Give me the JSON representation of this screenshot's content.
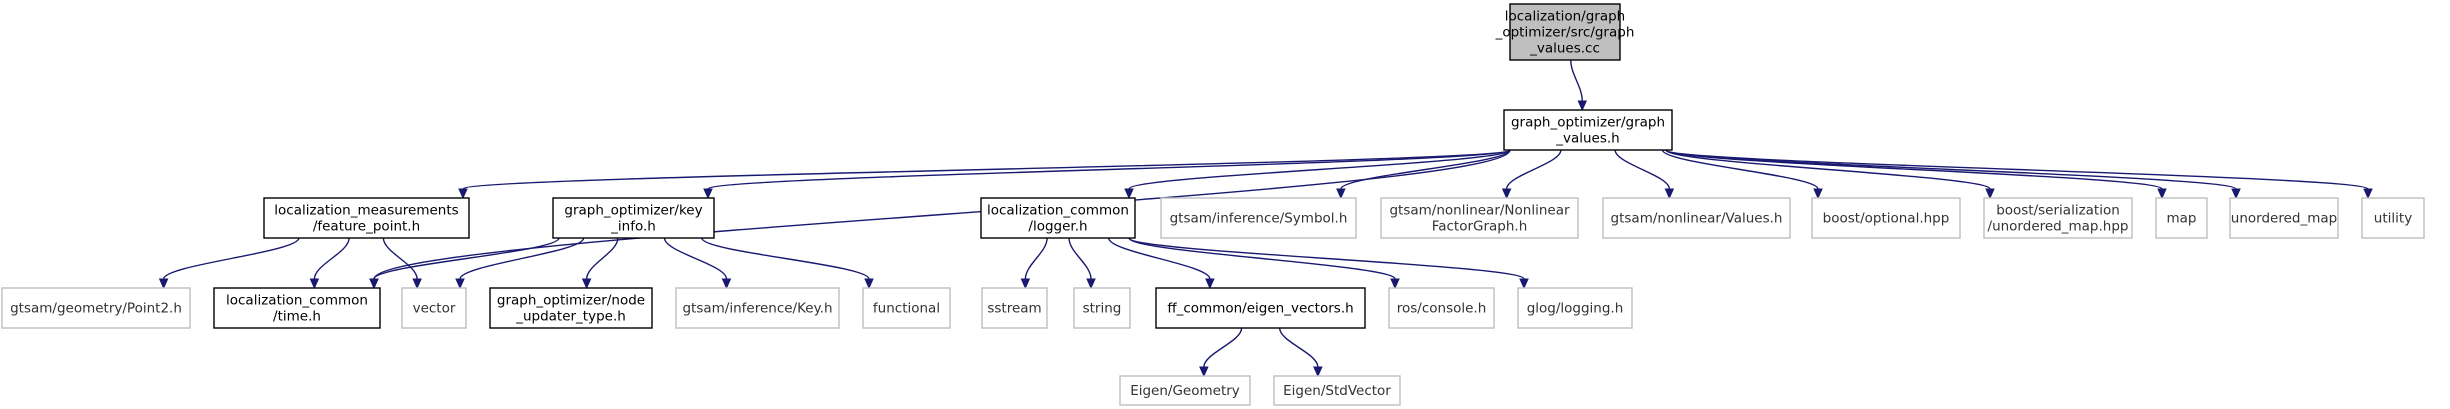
{
  "diagram": {
    "type": "include-dependency-graph",
    "colors": {
      "edge": "#191970",
      "main_fill": "#bfbfbf",
      "doc_border": "#000000",
      "ext_border": "#bfbfbf"
    },
    "nodes": [
      {
        "id": "graph_values_cc",
        "kind": "main",
        "lines": [
          "localization/graph",
          "_optimizer/src/graph",
          "_values.cc"
        ]
      },
      {
        "id": "graph_values_h",
        "kind": "doc",
        "lines": [
          "graph_optimizer/graph",
          "_values.h"
        ]
      },
      {
        "id": "feature_point_h",
        "kind": "doc",
        "lines": [
          "localization_measurements",
          "/feature_point.h"
        ]
      },
      {
        "id": "key_info_h",
        "kind": "doc",
        "lines": [
          "graph_optimizer/key",
          "_info.h"
        ]
      },
      {
        "id": "logger_h",
        "kind": "doc",
        "lines": [
          "localization_common",
          "/logger.h"
        ]
      },
      {
        "id": "symbol_h",
        "kind": "ext",
        "lines": [
          "gtsam/inference/Symbol.h"
        ]
      },
      {
        "id": "nfg_h",
        "kind": "ext",
        "lines": [
          "gtsam/nonlinear/Nonlinear",
          "FactorGraph.h"
        ]
      },
      {
        "id": "values_h",
        "kind": "ext",
        "lines": [
          "gtsam/nonlinear/Values.h"
        ]
      },
      {
        "id": "optional_hpp",
        "kind": "ext",
        "lines": [
          "boost/optional.hpp"
        ]
      },
      {
        "id": "unordered_map_hpp",
        "kind": "ext",
        "lines": [
          "boost/serialization",
          "/unordered_map.hpp"
        ]
      },
      {
        "id": "map",
        "kind": "ext",
        "lines": [
          "map"
        ]
      },
      {
        "id": "unordered_map",
        "kind": "ext",
        "lines": [
          "unordered_map"
        ]
      },
      {
        "id": "utility",
        "kind": "ext",
        "lines": [
          "utility"
        ]
      },
      {
        "id": "point2_h",
        "kind": "ext",
        "lines": [
          "gtsam/geometry/Point2.h"
        ]
      },
      {
        "id": "time_h",
        "kind": "doc",
        "lines": [
          "localization_common",
          "/time.h"
        ]
      },
      {
        "id": "vector",
        "kind": "ext",
        "lines": [
          "vector"
        ]
      },
      {
        "id": "node_updater_h",
        "kind": "doc",
        "lines": [
          "graph_optimizer/node",
          "_updater_type.h"
        ]
      },
      {
        "id": "key_h",
        "kind": "ext",
        "lines": [
          "gtsam/inference/Key.h"
        ]
      },
      {
        "id": "functional",
        "kind": "ext",
        "lines": [
          "functional"
        ]
      },
      {
        "id": "sstream",
        "kind": "ext",
        "lines": [
          "sstream"
        ]
      },
      {
        "id": "string",
        "kind": "ext",
        "lines": [
          "string"
        ]
      },
      {
        "id": "eigen_vectors_h",
        "kind": "doc",
        "lines": [
          "ff_common/eigen_vectors.h"
        ]
      },
      {
        "id": "console_h",
        "kind": "ext",
        "lines": [
          "ros/console.h"
        ]
      },
      {
        "id": "logging_h",
        "kind": "ext",
        "lines": [
          "glog/logging.h"
        ]
      },
      {
        "id": "eigen_geometry",
        "kind": "ext",
        "lines": [
          "Eigen/Geometry"
        ]
      },
      {
        "id": "eigen_stdvector",
        "kind": "ext",
        "lines": [
          "Eigen/StdVector"
        ]
      }
    ],
    "edges": [
      [
        "graph_values_cc",
        "graph_values_h"
      ],
      [
        "graph_values_h",
        "feature_point_h"
      ],
      [
        "graph_values_h",
        "key_info_h"
      ],
      [
        "graph_values_h",
        "logger_h"
      ],
      [
        "graph_values_h",
        "symbol_h"
      ],
      [
        "graph_values_h",
        "nfg_h"
      ],
      [
        "graph_values_h",
        "values_h"
      ],
      [
        "graph_values_h",
        "optional_hpp"
      ],
      [
        "graph_values_h",
        "unordered_map_hpp"
      ],
      [
        "graph_values_h",
        "map"
      ],
      [
        "graph_values_h",
        "unordered_map"
      ],
      [
        "graph_values_h",
        "utility"
      ],
      [
        "graph_values_h",
        "time_h"
      ],
      [
        "feature_point_h",
        "point2_h"
      ],
      [
        "feature_point_h",
        "time_h"
      ],
      [
        "feature_point_h",
        "vector"
      ],
      [
        "key_info_h",
        "time_h"
      ],
      [
        "key_info_h",
        "vector"
      ],
      [
        "key_info_h",
        "node_updater_h"
      ],
      [
        "key_info_h",
        "key_h"
      ],
      [
        "key_info_h",
        "functional"
      ],
      [
        "logger_h",
        "sstream"
      ],
      [
        "logger_h",
        "string"
      ],
      [
        "logger_h",
        "eigen_vectors_h"
      ],
      [
        "logger_h",
        "console_h"
      ],
      [
        "logger_h",
        "logging_h"
      ],
      [
        "eigen_vectors_h",
        "eigen_geometry"
      ],
      [
        "eigen_vectors_h",
        "eigen_stdvector"
      ]
    ]
  }
}
